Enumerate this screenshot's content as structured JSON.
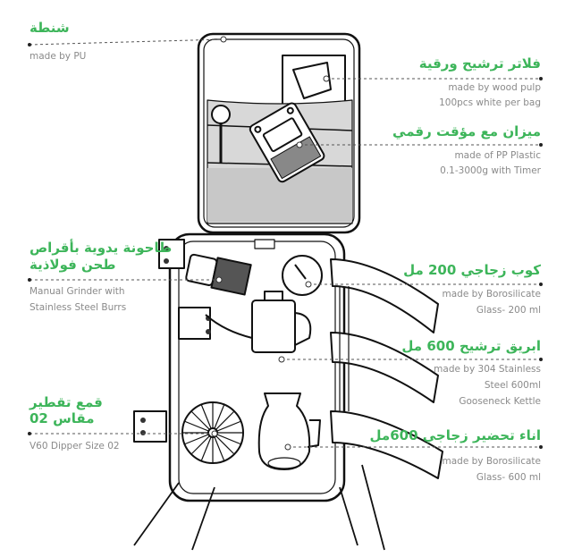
{
  "colors": {
    "accent": "#3db55a",
    "text": "#8a8a8a"
  },
  "callouts": {
    "bag": {
      "title": "شنطة",
      "lines": [
        "made by PU"
      ]
    },
    "filter": {
      "title": "فلاتر ترشيح ورقية",
      "lines": [
        "made by wood pulp",
        "100pcs white per bag"
      ]
    },
    "scale": {
      "title": "ميزان مع مؤقت رقمي",
      "lines": [
        "made of PP Plastic",
        "0.1-3000g with Timer"
      ]
    },
    "grinder": {
      "title": [
        "طاحونة يدوية بأقراص",
        "طحن فولاذية"
      ],
      "lines": [
        "Manual Grinder with",
        "Stainless Steel Burrs"
      ]
    },
    "cup": {
      "title": "كوب زجاجي 200 مل",
      "lines": [
        "made by Borosilicate",
        "Glass- 200 ml"
      ]
    },
    "kettle": {
      "title": "ابريق ترشيح 600 مل",
      "lines": [
        "made by 304 Stainless",
        "Steel 600ml",
        "Gooseneck Kettle"
      ]
    },
    "dripper": {
      "title": [
        "قمع تقطير",
        "مقاس 02"
      ],
      "lines": [
        "V60 Dipper Size 02"
      ]
    },
    "server": {
      "title": "اناء تحضير زجاجي 600مل",
      "lines": [
        "made by Borosilicate",
        "Glass- 600 ml"
      ]
    }
  }
}
